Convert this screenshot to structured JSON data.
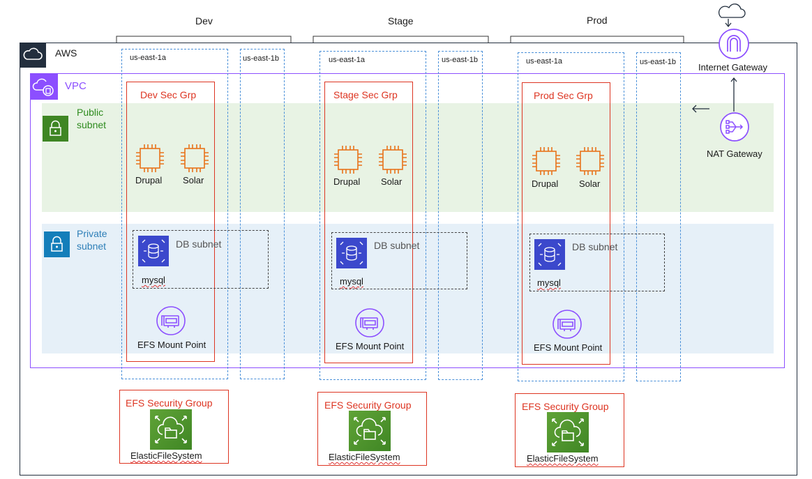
{
  "envs": [
    {
      "name": "Dev",
      "az_a": "us-east-1a",
      "az_b": "us-east-1b",
      "sec_grp": "Dev Sec Grp",
      "drupal": "Drupal",
      "solar": "Solar",
      "db_subnet": "DB subnet",
      "db": "mysql",
      "efs_mount": "EFS Mount Point",
      "efs_sg": "EFS Security Group",
      "efs": "ElasticFileSystem"
    },
    {
      "name": "Stage",
      "az_a": "us-east-1a",
      "az_b": "us-east-1b",
      "sec_grp": "Stage Sec Grp",
      "drupal": "Drupal",
      "solar": "Solar",
      "db_subnet": "DB subnet",
      "db": "mysql",
      "efs_mount": "EFS Mount Point",
      "efs_sg": "EFS Security Group",
      "efs": "ElasticFileSystem"
    },
    {
      "name": "Prod",
      "az_a": "us-east-1a",
      "az_b": "us-east-1b",
      "sec_grp": "Prod Sec Grp",
      "drupal": "Drupal",
      "solar": "Solar",
      "db_subnet": "DB subnet",
      "db": "mysql",
      "efs_mount": "EFS Mount Point",
      "efs_sg": "EFS Security Group",
      "efs": "ElasticFileSystem"
    }
  ],
  "aws": {
    "label": "AWS"
  },
  "vpc": {
    "label": "VPC"
  },
  "public_subnet": {
    "line1": "Public",
    "line2": "subnet"
  },
  "private_subnet": {
    "line1": "Private",
    "line2": "subnet"
  },
  "igw": {
    "label": "Internet Gateway"
  },
  "nat": {
    "label": "NAT Gateway"
  },
  "colors": {
    "aws_border": "#232f3e",
    "vpc": "#8c4fff",
    "public_bg": "#e8f3e4",
    "public_text": "#2e8b1e",
    "private_bg": "#e6f0f8",
    "private_text": "#2e7fb8",
    "security_group": "#dd3522",
    "az_dash": "#4a90d9",
    "ec2": "#e8731a",
    "rds": "#3b48cc",
    "efs": "#3f8624"
  }
}
